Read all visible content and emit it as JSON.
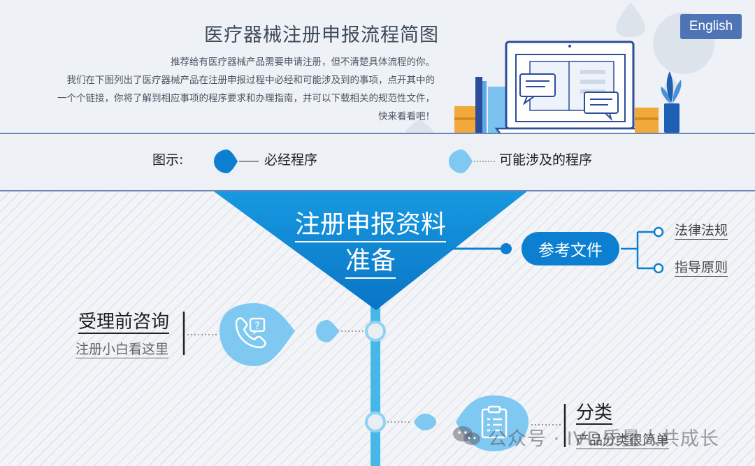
{
  "header": {
    "title": "医疗器械注册申报流程简图",
    "intro_lines": [
      "推荐给有医疗器械产品需要申请注册，但不清楚具体流程的你。",
      "我们在下图列出了医疗器械产品在注册申报过程中必经和可能涉及到的事项，点开其中的",
      "一个个链接，你将了解到相应事项的程序要求和办理指南，并可以下载相关的规范性文件，",
      "快来看看吧！"
    ],
    "language_button": "English"
  },
  "legend": {
    "label": "图示:",
    "required": "必经程序",
    "optional": "可能涉及的程序"
  },
  "flow": {
    "prep_line1": "注册申报资料",
    "prep_line2": "准备",
    "reference": "参考文件",
    "ref_links": [
      "法律法规",
      "指导原则"
    ],
    "consult_title": "受理前咨询",
    "consult_sub": "注册小白看这里",
    "class_title": "分类",
    "class_sub": "产品分类很简单"
  },
  "watermark": "公众号 · IVD质量人共成长",
  "colors": {
    "primary": "#0d7fd0",
    "light": "#7fc8f1",
    "button": "#4f74b6"
  }
}
